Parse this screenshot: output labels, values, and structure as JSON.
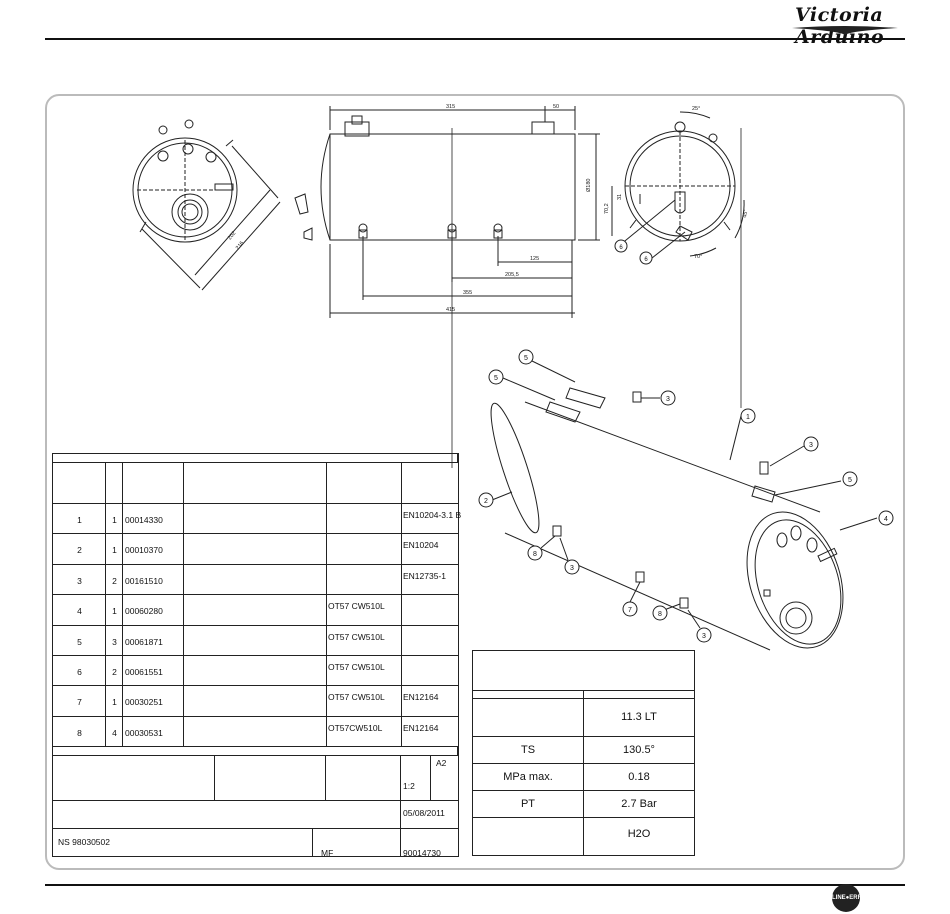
{
  "brand": {
    "name": "Victoria Arduino"
  },
  "drawing": {
    "dims": {
      "d315": "315",
      "d50": "50",
      "d25deg": "25°",
      "d180": "Ø180",
      "d70_2": "70,2",
      "d31": "31",
      "d125": "125",
      "d205_5": "205,5",
      "d355": "355",
      "d415": "415",
      "d202": "202",
      "d216": "216",
      "d45deg": "45°",
      "d70deg": "70°"
    },
    "balloons": {
      "b1": "1",
      "b2": "2",
      "b3a": "3",
      "b3b": "3",
      "b3c": "3",
      "b3d": "3",
      "b4": "4",
      "b5a": "5",
      "b5b": "5",
      "b5c": "5",
      "b6a": "6",
      "b6b": "6",
      "b7": "7",
      "b8a": "8",
      "b8b": "8"
    }
  },
  "parts_table": {
    "rows": [
      {
        "pos": "1",
        "qty": "1",
        "code": "00014330",
        "material": "",
        "norm": "EN10204-3.1 B"
      },
      {
        "pos": "2",
        "qty": "1",
        "code": "00010370",
        "material": "",
        "norm": "EN10204"
      },
      {
        "pos": "3",
        "qty": "2",
        "code": "00161510",
        "material": "",
        "norm": "EN12735-1"
      },
      {
        "pos": "4",
        "qty": "1",
        "code": "00060280",
        "material": "OT57 CW510L",
        "norm": ""
      },
      {
        "pos": "5",
        "qty": "3",
        "code": "00061871",
        "material": "OT57 CW510L",
        "norm": ""
      },
      {
        "pos": "6",
        "qty": "2",
        "code": "00061551",
        "material": "OT57 CW510L",
        "norm": ""
      },
      {
        "pos": "7",
        "qty": "1",
        "code": "00030251",
        "material": "OT57 CW510L",
        "norm": "EN12164"
      },
      {
        "pos": "8",
        "qty": "4",
        "code": "00030531",
        "material": "OT57CW510L",
        "norm": "EN12164"
      }
    ],
    "title_block": {
      "format": "A2",
      "scale": "1:2",
      "date": "05/08/2011",
      "ns": "NS 98030502",
      "author": "MF",
      "drawing_no": "90014730"
    }
  },
  "spec_table": {
    "rows": [
      {
        "label": "",
        "value": "11.3 LT"
      },
      {
        "label": "TS",
        "value": "130.5°"
      },
      {
        "label": "MPa max.",
        "value": "0.18"
      },
      {
        "label": "PT",
        "value": "2.7 Bar"
      },
      {
        "label": "",
        "value": "H2O"
      }
    ]
  },
  "footer": {
    "badge_text": "LINE●ERR"
  }
}
